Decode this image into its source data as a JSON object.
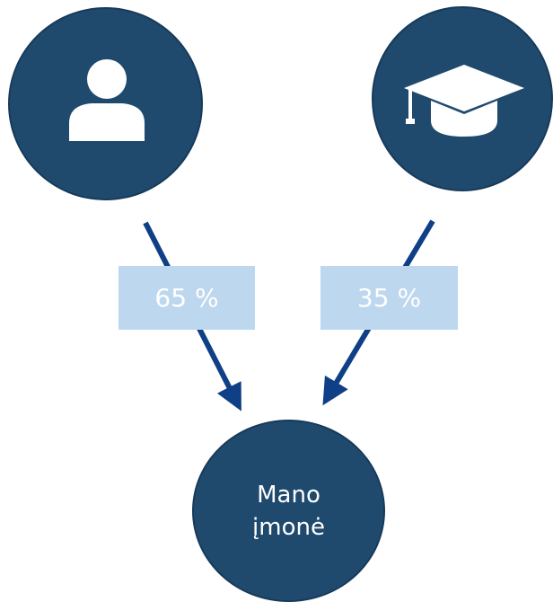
{
  "diagram": {
    "nodes": [
      {
        "id": "person",
        "icon": "person-icon"
      },
      {
        "id": "education",
        "icon": "graduation-cap-icon"
      },
      {
        "id": "company",
        "label": "Mano\nįmonė"
      }
    ],
    "edges": [
      {
        "from": "person",
        "to": "company",
        "label": "65 %",
        "share": 65
      },
      {
        "from": "education",
        "to": "company",
        "label": "35 %",
        "share": 35
      }
    ],
    "colors": {
      "node_fill": "#1f4a6e",
      "node_border": "#173a59",
      "arrow": "#0f3f86",
      "label_box": "#bdd7ee",
      "label_text": "#ffffff",
      "icon": "#ffffff"
    }
  }
}
